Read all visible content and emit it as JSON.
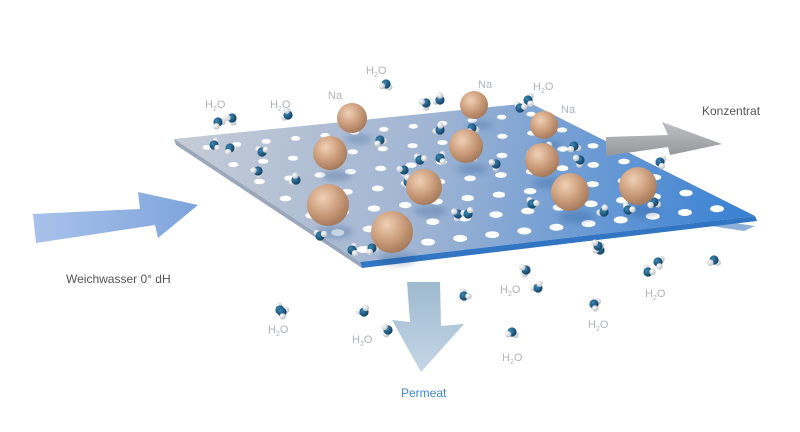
{
  "labels": {
    "inflow": "Weichwasser 0° dH",
    "concentrate": "Konzentrat",
    "permeate": "Permeat",
    "water_main": "H",
    "water_sub": "2",
    "water_tail": "O",
    "sodium": "Na"
  },
  "colors": {
    "inflow_arrow": "#8fb0e2",
    "concentrate_arrow": "#a9abae",
    "permeate_arrow": "#a7c2d8",
    "permeate_text": "#3a86c8",
    "membrane_light": "#c3c9d4",
    "membrane_dark": "#3f86d6",
    "sodium_ion": "#c89a78",
    "water_oxygen": "#1d5a84",
    "water_hydrogen": "#d6d9dd",
    "label_gray": "#b0b3b6"
  }
}
